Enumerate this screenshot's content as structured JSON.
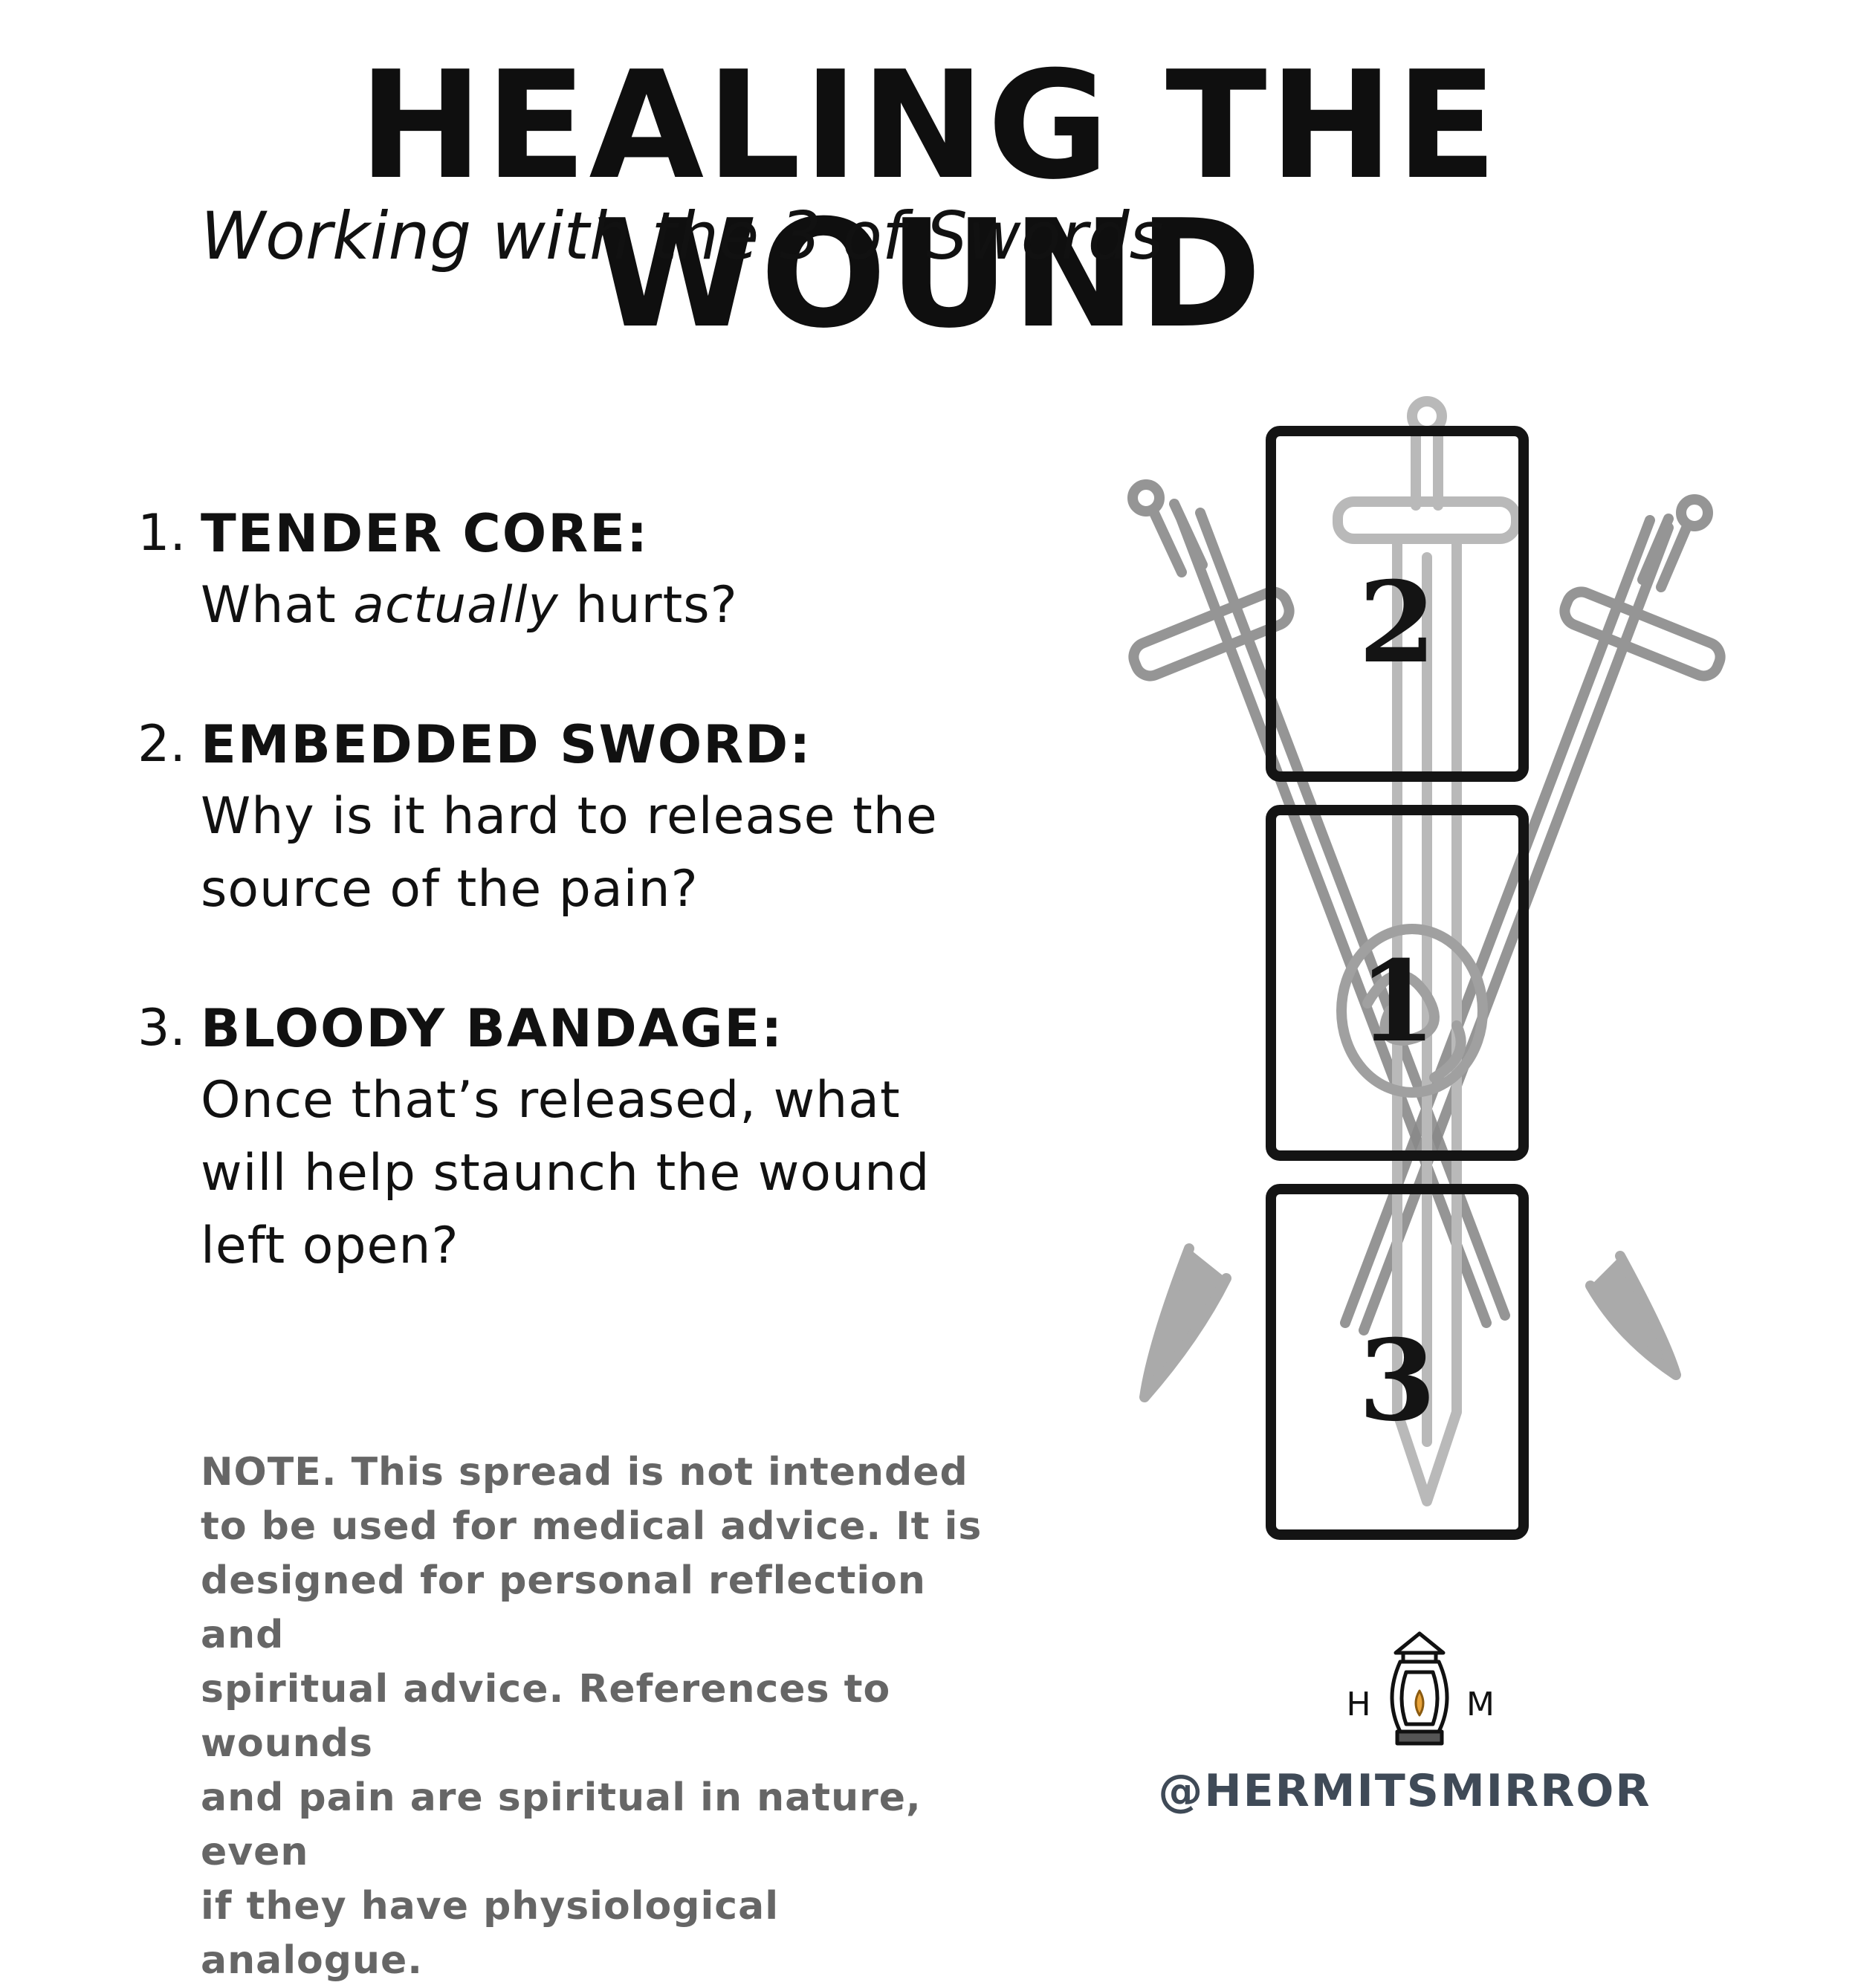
{
  "title": "HEALING THE WOUND",
  "subtitle": "Working with the 3 of Swords",
  "items": [
    {
      "number": "1.",
      "heading": "TENDER CORE:",
      "text_before": "What ",
      "text_emphasis": "actually",
      "text_after": " hurts?"
    },
    {
      "number": "2.",
      "heading": "EMBEDDED SWORD:",
      "text": "Why is it hard to release the\nsource of the pain?"
    },
    {
      "number": "3.",
      "heading": "BLOODY BANDAGE:",
      "text": "Once that’s released, what\nwill help staunch the wound\nleft open?"
    }
  ],
  "note": "NOTE. This spread is not intended\nto be used for medical advice. It is\ndesigned for personal reflection and\nspiritual advice. References to wounds\nand pain are spiritual in nature, even\nif they have physiological analogue.",
  "cards": [
    {
      "label": "2"
    },
    {
      "label": "1"
    },
    {
      "label": "3"
    }
  ],
  "logo": {
    "left_letter": "H",
    "right_letter": "M",
    "icon": "lantern-icon"
  },
  "handle": "@HERMITSMIRROR",
  "colors": {
    "text": "#111111",
    "note": "#666666",
    "handle": "#3f4a57",
    "swords": "#8a8a8a"
  }
}
